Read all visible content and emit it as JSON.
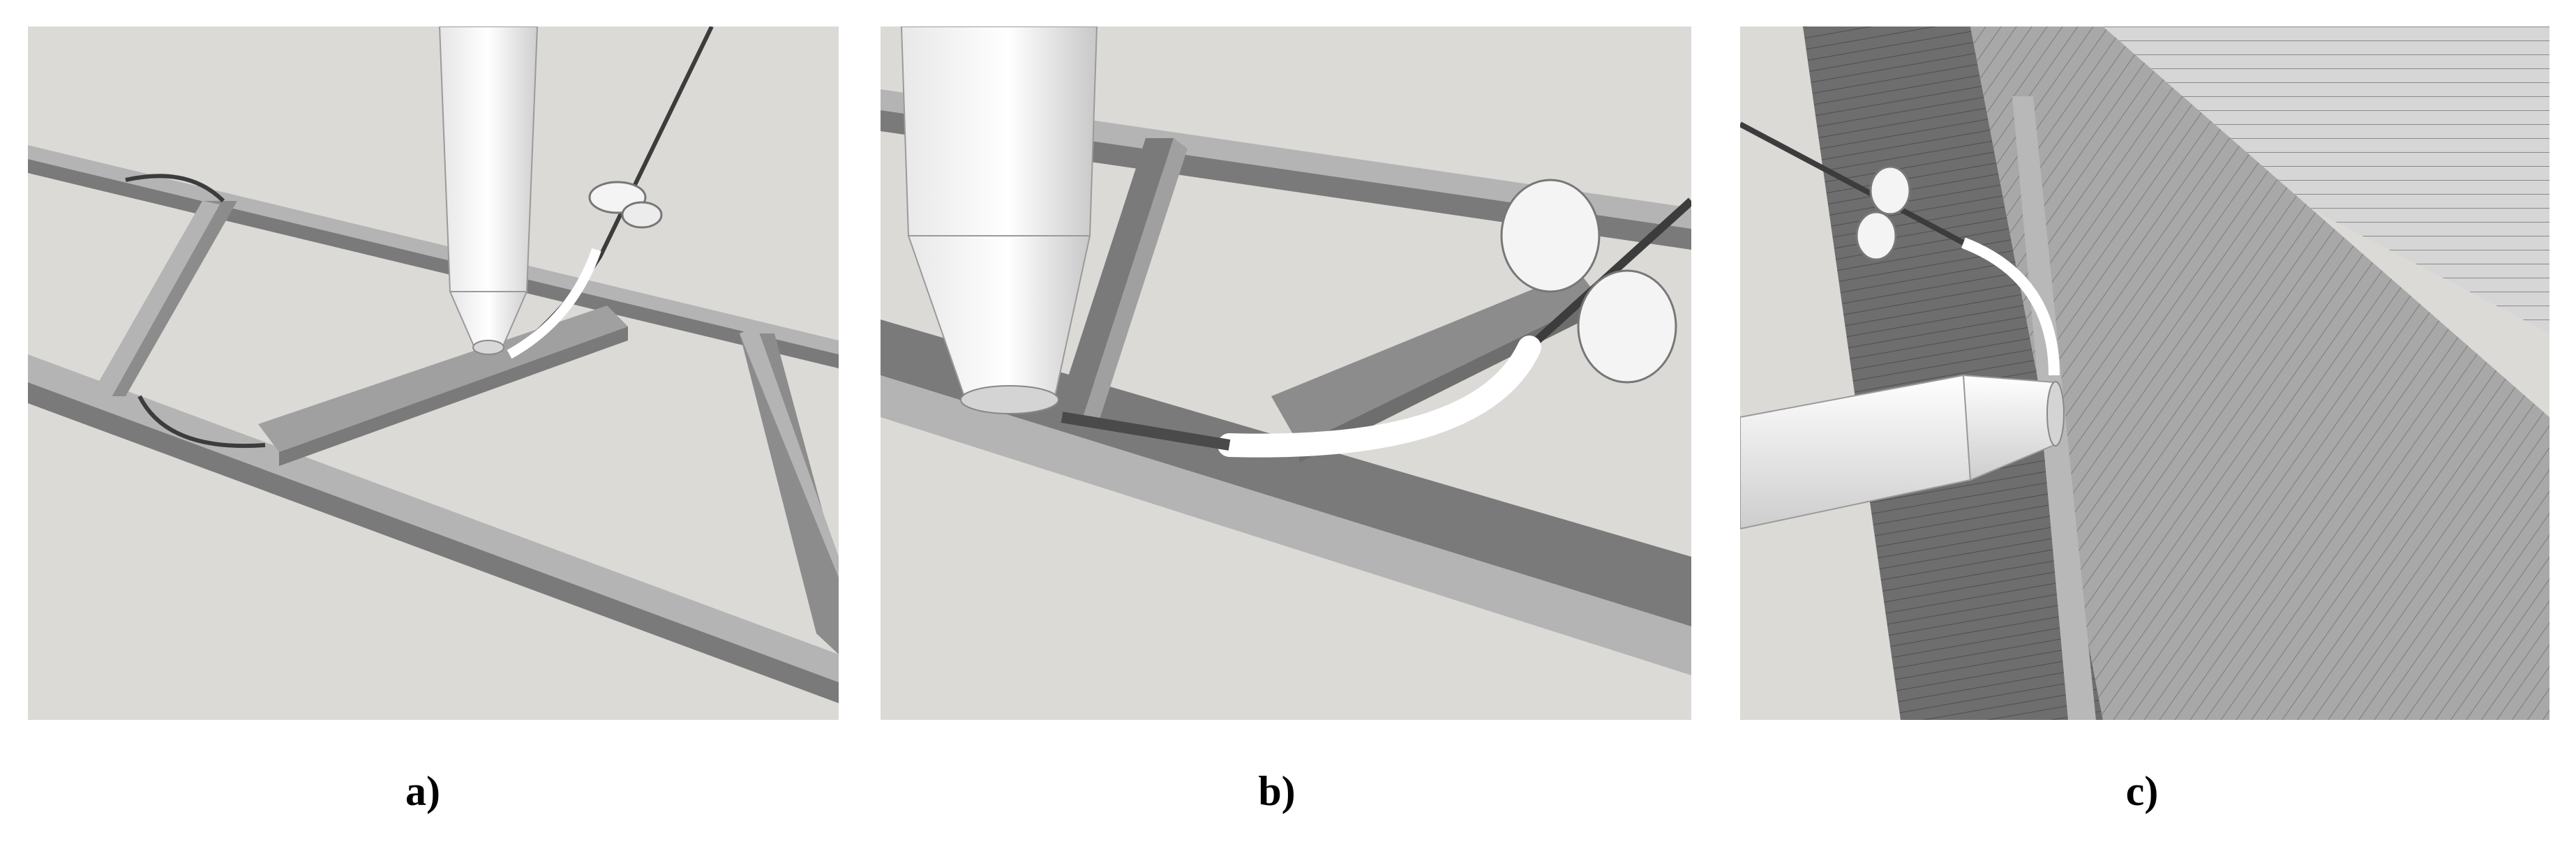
{
  "panels": [
    {
      "id": "a",
      "label": "a)"
    },
    {
      "id": "b",
      "label": "b)"
    },
    {
      "id": "c",
      "label": "c)"
    }
  ],
  "colors": {
    "background": "#dcdad6",
    "rail_top": "#b4b4b4",
    "rail_side": "#7a7a7a",
    "nozzle": "#f2f2f2",
    "fiber": "#3c3c3c",
    "wall_dark": "#6e6e6e",
    "wall_light": "#a8a8a8"
  }
}
